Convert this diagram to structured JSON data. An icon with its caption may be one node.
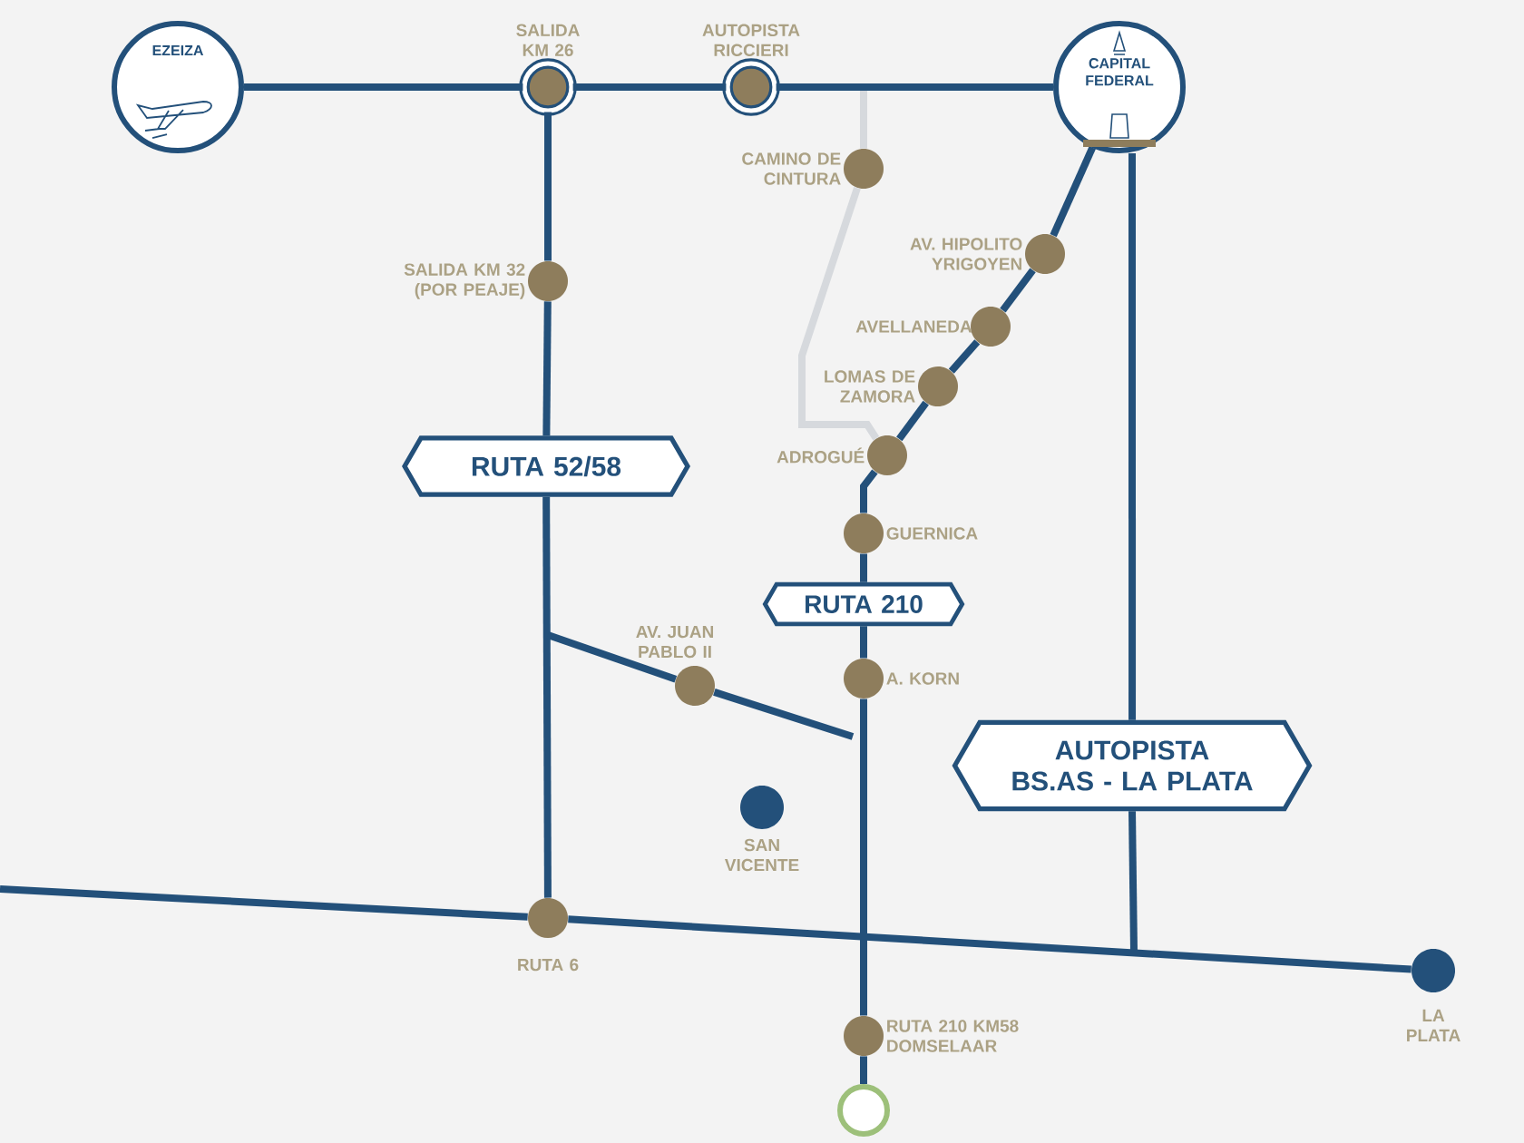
{
  "diagram": {
    "nodes": [
      {
        "text": [
          "EZEIZA"
        ]
      },
      {
        "text": [
          "SALIDA KM 26"
        ]
      },
      {
        "text": [
          "AUTOPISTA RICCIERI"
        ]
      },
      {
        "text": [
          "CAPITAL FEDERAL"
        ]
      },
      {
        "text": [
          "CAMINO DE CINTURA"
        ]
      },
      {
        "text": [
          "SALIDA KM 32 (POR PEAJE)"
        ]
      },
      {
        "text": [
          "AV. HIPOLITO YRIGOYEN"
        ]
      },
      {
        "text": [
          "AVELLANEDA"
        ]
      },
      {
        "text": [
          "LOMAS DE ZAMORA"
        ]
      },
      {
        "text": [
          "ADROGUÉ"
        ]
      },
      {
        "text": [
          "RUTA 52/58"
        ]
      },
      {
        "text": [
          "GUERNICA"
        ]
      },
      {
        "text": [
          "RUTA 210"
        ]
      },
      {
        "text": [
          "AV. JUAN PABLO II"
        ]
      },
      {
        "text": [
          "A. KORN"
        ]
      },
      {
        "text": [
          "AUTOPISTA BS.AS - LA PLATA"
        ]
      },
      {
        "text": [
          "SAN VICENTE"
        ]
      },
      {
        "text": [
          "RUTA 6"
        ]
      },
      {
        "text": [
          "RUTA 210 KM58 DOMSELAAR"
        ]
      },
      {
        "text": [
          "LA PLATA"
        ]
      },
      {
        "text": [],
        "shape": "circle"
      }
    ],
    "edges": [
      {
        "from": 0,
        "to": 1,
        "arrow": "none"
      },
      {
        "from": 1,
        "to": 2,
        "arrow": "none"
      },
      {
        "from": 2,
        "to": 3,
        "arrow": "none"
      },
      {
        "from": null,
        "to": 4,
        "arrow": "none",
        "color": "#d6d9dd"
      },
      {
        "from": 4,
        "to": 9,
        "arrow": "none",
        "color": "#d6d9dd"
      },
      {
        "from": 1,
        "to": 5,
        "arrow": "none"
      },
      {
        "from": 5,
        "to": 10,
        "arrow": "none"
      },
      {
        "from": 10,
        "to": 17,
        "arrow": "none"
      },
      {
        "from": null,
        "to": 13,
        "arrow": "none"
      },
      {
        "from": 13,
        "to": null,
        "arrow": "none"
      },
      {
        "from": 3,
        "to": 6,
        "arrow": "none"
      },
      {
        "from": 6,
        "to": 7,
        "arrow": "none"
      },
      {
        "from": 7,
        "to": 8,
        "arrow": "none"
      },
      {
        "from": 8,
        "to": 9,
        "arrow": "none"
      },
      {
        "from": 9,
        "to": 11,
        "arrow": "none"
      },
      {
        "from": 11,
        "to": 12,
        "arrow": "none"
      },
      {
        "from": 12,
        "to": 14,
        "arrow": "none"
      },
      {
        "from": 14,
        "to": 18,
        "arrow": "none"
      },
      {
        "from": 18,
        "to": 20,
        "arrow": "none"
      },
      {
        "from": 3,
        "to": 15,
        "arrow": "none"
      },
      {
        "from": 15,
        "to": null,
        "arrow": "none"
      },
      {
        "from": null,
        "to": 17,
        "arrow": "none"
      },
      {
        "from": 17,
        "to": 19,
        "arrow": "none"
      }
    ]
  }
}
